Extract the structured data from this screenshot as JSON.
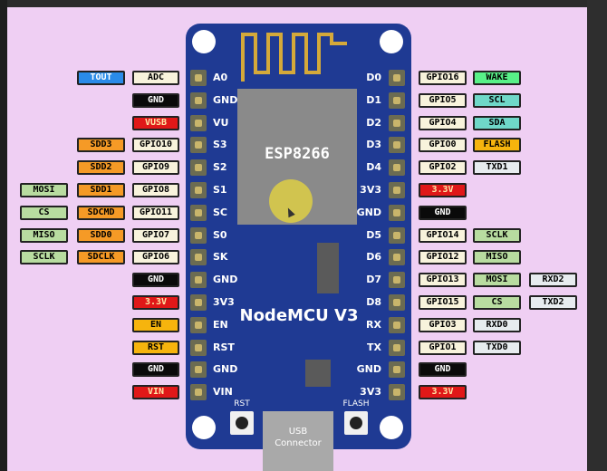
{
  "board": {
    "chip": "ESP8266",
    "name": "NodeMCU V3",
    "buttons": {
      "rst": "RST",
      "flash": "FLASH"
    },
    "usb": [
      "USB",
      "Connector"
    ]
  },
  "left_pins": [
    "A0",
    "GND",
    "VU",
    "S3",
    "S2",
    "S1",
    "SC",
    "S0",
    "SK",
    "GND",
    "3V3",
    "EN",
    "RST",
    "GND",
    "VIN"
  ],
  "right_pins": [
    "D0",
    "D1",
    "D2",
    "D3",
    "D4",
    "3V3",
    "GND",
    "D5",
    "D6",
    "D7",
    "D8",
    "RX",
    "TX",
    "GND",
    "3V3"
  ],
  "left_tags": [
    {
      "row": 0,
      "col": "far",
      "text": "TOUT",
      "color": "blue"
    },
    {
      "row": 0,
      "col": "near",
      "text": "ADC",
      "color": "cream"
    },
    {
      "row": 1,
      "col": "near",
      "text": "GND",
      "color": "black"
    },
    {
      "row": 2,
      "col": "near",
      "text": "VUSB",
      "color": "red"
    },
    {
      "row": 3,
      "col": "mid",
      "text": "SDD3",
      "color": "orange"
    },
    {
      "row": 3,
      "col": "near",
      "text": "GPIO10",
      "color": "cream"
    },
    {
      "row": 4,
      "col": "mid",
      "text": "SDD2",
      "color": "orange"
    },
    {
      "row": 4,
      "col": "near",
      "text": "GPIO9",
      "color": "cream"
    },
    {
      "row": 5,
      "col": "far",
      "text": "MOSI",
      "color": "green"
    },
    {
      "row": 5,
      "col": "mid",
      "text": "SDD1",
      "color": "orange"
    },
    {
      "row": 5,
      "col": "near",
      "text": "GPIO8",
      "color": "cream"
    },
    {
      "row": 6,
      "col": "far",
      "text": "CS",
      "color": "green"
    },
    {
      "row": 6,
      "col": "mid",
      "text": "SDCMD",
      "color": "orange"
    },
    {
      "row": 6,
      "col": "near",
      "text": "GPIO11",
      "color": "cream"
    },
    {
      "row": 7,
      "col": "far",
      "text": "MISO",
      "color": "green"
    },
    {
      "row": 7,
      "col": "mid",
      "text": "SDD0",
      "color": "orange"
    },
    {
      "row": 7,
      "col": "near",
      "text": "GPIO7",
      "color": "cream"
    },
    {
      "row": 8,
      "col": "far",
      "text": "SCLK",
      "color": "green"
    },
    {
      "row": 8,
      "col": "mid",
      "text": "SDCLK",
      "color": "orange"
    },
    {
      "row": 8,
      "col": "near",
      "text": "GPIO6",
      "color": "cream"
    },
    {
      "row": 9,
      "col": "near",
      "text": "GND",
      "color": "black"
    },
    {
      "row": 10,
      "col": "near",
      "text": "3.3V",
      "color": "red"
    },
    {
      "row": 11,
      "col": "near",
      "text": "EN",
      "color": "yellow"
    },
    {
      "row": 12,
      "col": "near",
      "text": "RST",
      "color": "yellow"
    },
    {
      "row": 13,
      "col": "near",
      "text": "GND",
      "color": "black"
    },
    {
      "row": 14,
      "col": "near",
      "text": "VIN",
      "color": "red"
    }
  ],
  "right_tags": [
    {
      "row": 0,
      "col": "near",
      "text": "GPIO16",
      "color": "cream"
    },
    {
      "row": 0,
      "col": "mid",
      "text": "WAKE",
      "color": "lgreen"
    },
    {
      "row": 1,
      "col": "near",
      "text": "GPIO5",
      "color": "cream"
    },
    {
      "row": 1,
      "col": "mid",
      "text": "SCL",
      "color": "teal"
    },
    {
      "row": 2,
      "col": "near",
      "text": "GPIO4",
      "color": "cream"
    },
    {
      "row": 2,
      "col": "mid",
      "text": "SDA",
      "color": "teal"
    },
    {
      "row": 3,
      "col": "near",
      "text": "GPIO0",
      "color": "cream"
    },
    {
      "row": 3,
      "col": "mid",
      "text": "FLASH",
      "color": "yellow"
    },
    {
      "row": 4,
      "col": "near",
      "text": "GPIO2",
      "color": "cream"
    },
    {
      "row": 4,
      "col": "mid",
      "text": "TXD1",
      "color": "gray"
    },
    {
      "row": 5,
      "col": "near",
      "text": "3.3V",
      "color": "red"
    },
    {
      "row": 6,
      "col": "near",
      "text": "GND",
      "color": "black"
    },
    {
      "row": 7,
      "col": "near",
      "text": "GPIO14",
      "color": "cream"
    },
    {
      "row": 7,
      "col": "mid",
      "text": "SCLK",
      "color": "green"
    },
    {
      "row": 8,
      "col": "near",
      "text": "GPIO12",
      "color": "cream"
    },
    {
      "row": 8,
      "col": "mid",
      "text": "MISO",
      "color": "green"
    },
    {
      "row": 9,
      "col": "near",
      "text": "GPIO13",
      "color": "cream"
    },
    {
      "row": 9,
      "col": "mid",
      "text": "MOSI",
      "color": "green"
    },
    {
      "row": 9,
      "col": "far",
      "text": "RXD2",
      "color": "gray"
    },
    {
      "row": 10,
      "col": "near",
      "text": "GPIO15",
      "color": "cream"
    },
    {
      "row": 10,
      "col": "mid",
      "text": "CS",
      "color": "green"
    },
    {
      "row": 10,
      "col": "far",
      "text": "TXD2",
      "color": "gray"
    },
    {
      "row": 11,
      "col": "near",
      "text": "GPIO3",
      "color": "cream"
    },
    {
      "row": 11,
      "col": "mid",
      "text": "RXD0",
      "color": "gray"
    },
    {
      "row": 12,
      "col": "near",
      "text": "GPIO1",
      "color": "cream"
    },
    {
      "row": 12,
      "col": "mid",
      "text": "TXD0",
      "color": "gray"
    },
    {
      "row": 13,
      "col": "near",
      "text": "GND",
      "color": "black"
    },
    {
      "row": 14,
      "col": "near",
      "text": "3.3V",
      "color": "red"
    }
  ]
}
